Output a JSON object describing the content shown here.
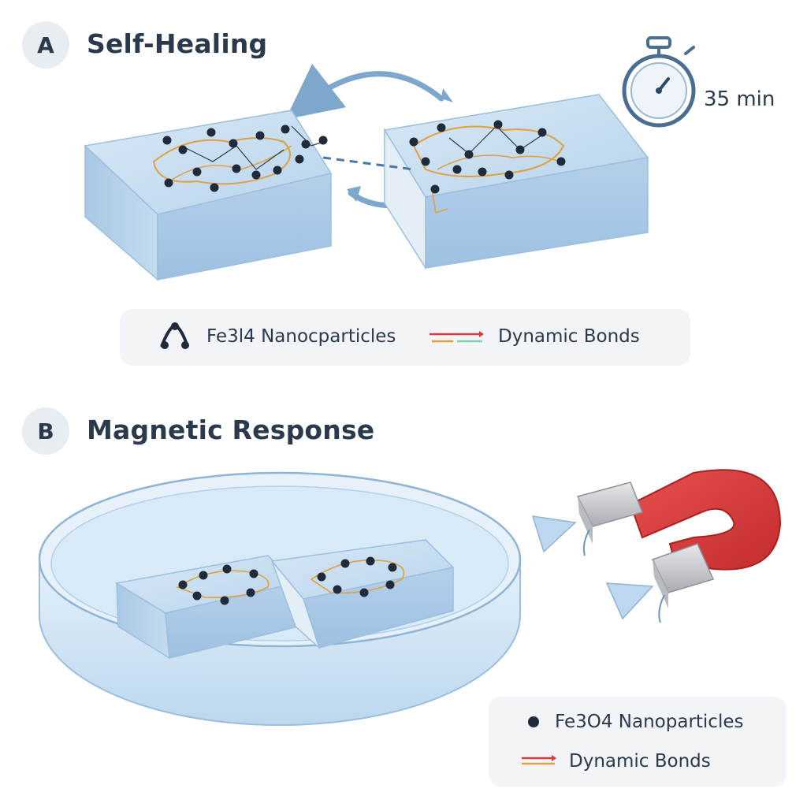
{
  "panel_a": {
    "badge": "A",
    "title": "Self-Healing",
    "timer_label": "35 min",
    "legend": {
      "nanoparticles_label": "Fe3l4  Nanocparticles",
      "bonds_label": "Dynamic Bonds"
    }
  },
  "panel_b": {
    "badge": "B",
    "title": "Magnetic Response",
    "legend": {
      "nanoparticles_label": "Fe3O4  Nanoparticles",
      "bonds_label": "Dynamic Bonds"
    }
  },
  "colors": {
    "hydrogel": "#bcd6ec",
    "hydrogel_edge": "#8fb4d6",
    "nanoparticle": "#1f2a3a",
    "bond_orange": "#e0a040",
    "magnet_red": "#d93a3a",
    "magnet_pole": "#c9ccd0",
    "arrow": "#7ea7cc"
  }
}
